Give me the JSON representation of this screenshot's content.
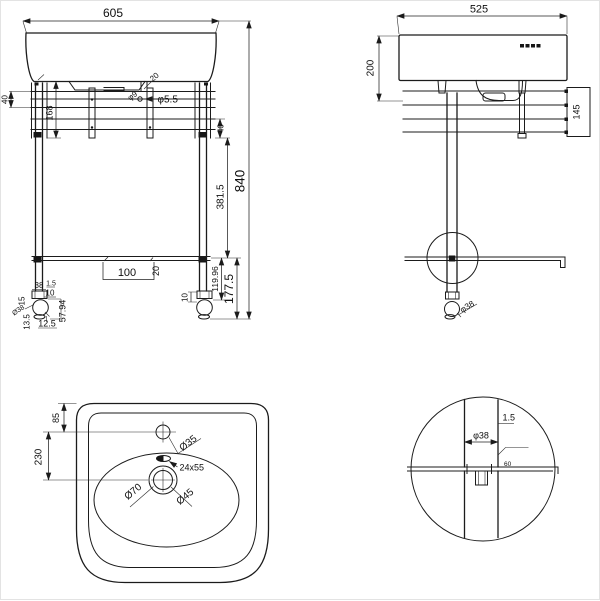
{
  "front": {
    "width": "605",
    "height": "840",
    "rail_gap": "40",
    "apron": "168",
    "tab": "20",
    "hole_small": "φ9",
    "hole": "φ5.5",
    "rail_height": "40",
    "leg": "381.5",
    "bar_len": "100",
    "bar_h": "20",
    "foot_top": "38",
    "foot_lip": "1.5",
    "foot_off": "10",
    "foot_side": "15",
    "foot_dia": "Ø38",
    "foot_drop": "13.5",
    "foot_base": "12.5",
    "foot_h": "57.94",
    "clearance": "119.96",
    "foot_assembly": "177.5",
    "foot_inset": "10"
  },
  "side": {
    "depth": "525",
    "basin_h": "200",
    "bracket": "145",
    "pipe": "φ38"
  },
  "plan": {
    "faucet_off": "85",
    "drain_off": "230",
    "faucet_dia": "Ø35",
    "overflow": "24x55",
    "drain_outer": "Ø70",
    "drain_inner": "Ø45"
  },
  "detail": {
    "wall": "1.5",
    "pipe": "φ38",
    "bar": "60"
  }
}
